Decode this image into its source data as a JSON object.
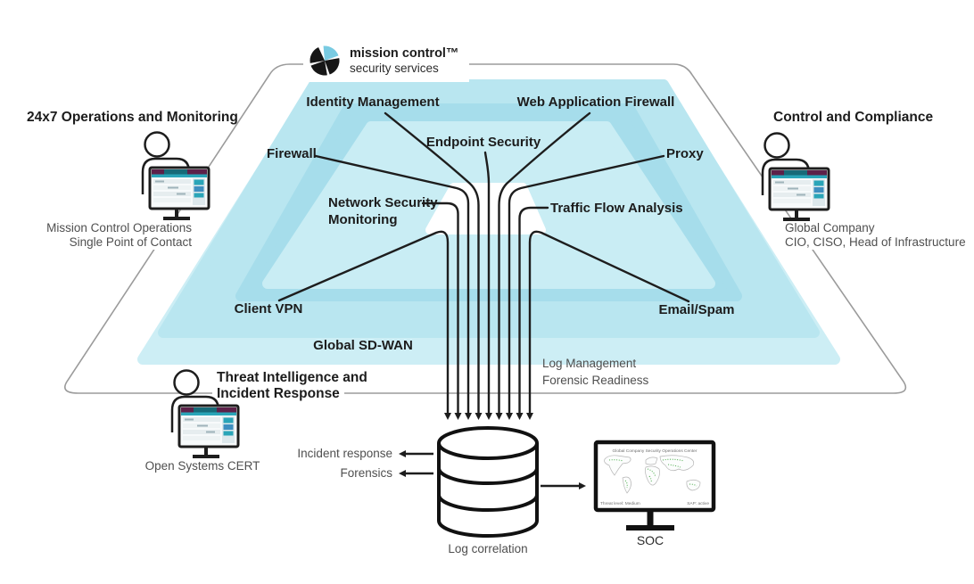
{
  "logo": {
    "title": "mission control™",
    "subtitle": "security services"
  },
  "corners": {
    "top_left": {
      "title": "24x7 Operations and Monitoring",
      "line1": "Mission Control Operations",
      "line2": "Single Point of Contact"
    },
    "top_right": {
      "title": "Control and Compliance",
      "line1": "Global Company",
      "line2": "CIO, CISO, Head of Infrastructure"
    },
    "bottom_left": {
      "title_line1": "Threat Intelligence and",
      "title_line2": "Incident Response",
      "caption": "Open Systems CERT"
    }
  },
  "services": {
    "identity_management": "Identity Management",
    "web_application_firewall": "Web Application Firewall",
    "firewall": "Firewall",
    "endpoint_security": "Endpoint Security",
    "proxy": "Proxy",
    "network_security_monitoring_line1": "Network Security",
    "network_security_monitoring_line2": "Monitoring",
    "traffic_flow_analysis": "Traffic Flow Analysis",
    "client_vpn": "Client VPN",
    "email_spam": "Email/Spam",
    "global_sdwan": "Global SD-WAN"
  },
  "flow": {
    "log_management": "Log Management",
    "forensic_readiness": "Forensic Readiness",
    "incident_response": "Incident response",
    "forensics": "Forensics",
    "log_correlation": "Log correlation"
  },
  "soc": {
    "screen_title": "Global Company Security Operations Center",
    "threat_level": "Threat level: Medium",
    "sap_status": "SAP: active",
    "label": "SOC"
  },
  "colors": {
    "layer_back": "#cdeef5",
    "layer_outer": "#b9e6f0",
    "layer_mid": "#a6ddeb",
    "layer_inner": "#c9edf4",
    "logo_blue": "#79cbe2",
    "boundary_gray": "#9b9b9b",
    "line_black": "#1d1d1d",
    "ui_teal": "#2aa5b8",
    "ui_maroon": "#5d2149",
    "map_green": "#55b155"
  }
}
